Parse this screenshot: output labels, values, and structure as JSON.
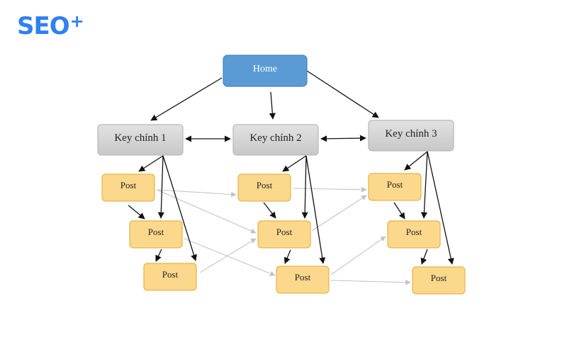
{
  "logo": {
    "text": "SEO",
    "superscript": "+"
  },
  "colors": {
    "home_fill": "#5b9bd5",
    "home_stroke": "#4a84ba",
    "home_text": "#ffffff",
    "key_fill": "#d4d4d4",
    "key_stroke": "#b8b8b8",
    "post_fill": "#fcd88c",
    "post_stroke": "#e4b44c",
    "arrow_dark": "#111111",
    "arrow_light": "#c4c4c4",
    "logo": "#2f80f5"
  },
  "nodes": {
    "home": "Home",
    "key1": "Key chính 1",
    "key2": "Key chính 2",
    "key3": "Key chính 3",
    "post": "Post"
  }
}
